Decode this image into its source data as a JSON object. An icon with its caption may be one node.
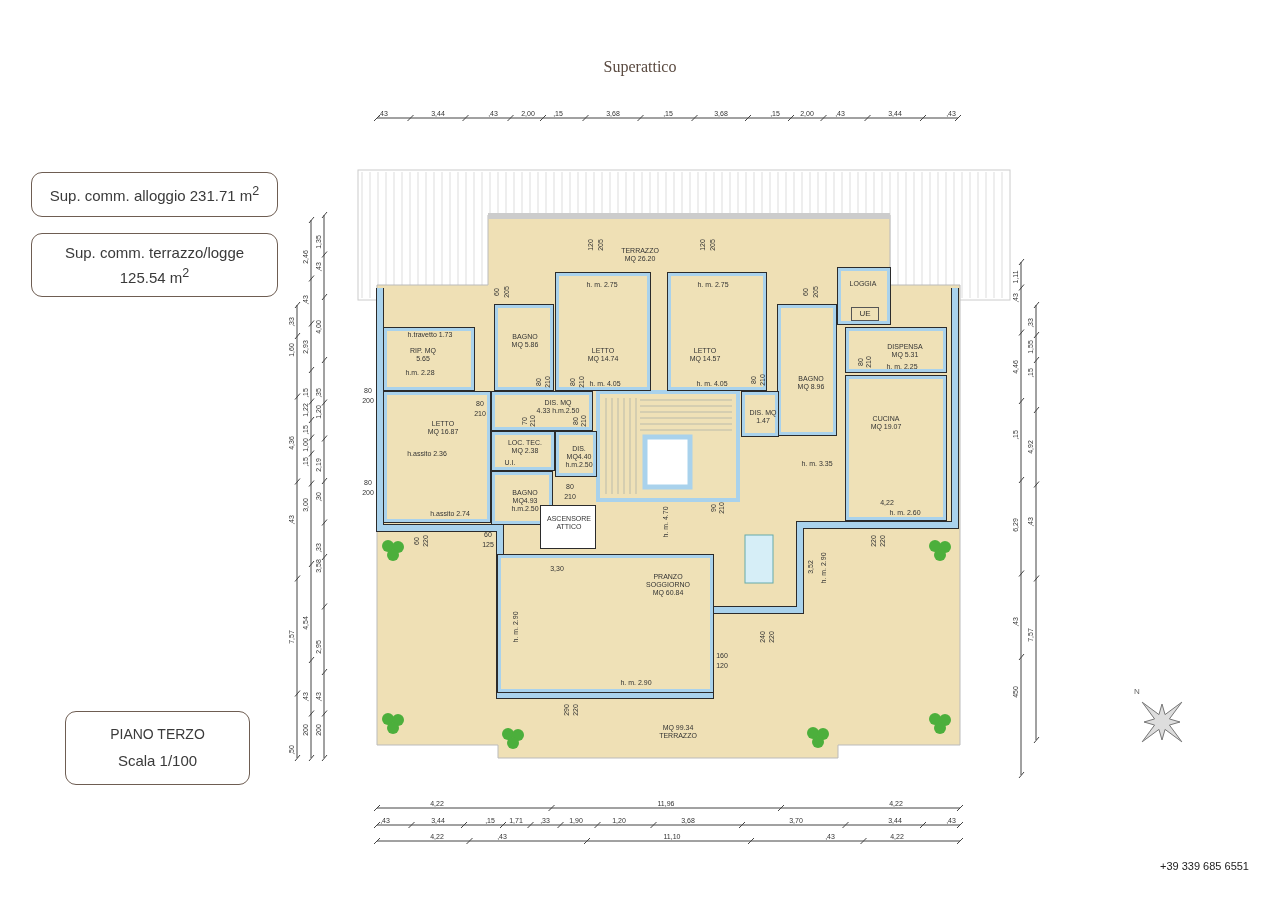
{
  "diagram": {
    "nodes": [
      {
        "text": [
          "Sup. comm. alloggio 231.71 m$^{2}$"
        ]
      },
      {
        "text": [
          "Sup. comm. terrazzo/logge 125.54 m$^{2}$"
        ]
      },
      {
        "text": [
          "PIANO TERZO",
          "Scala 1/100"
        ]
      },
      {
        "text": [
          "LOGGIA"
        ]
      },
      {
        "text": [
          "UE"
        ],
        "in": 3
      },
      {
        "text": [
          "RIP. MQ 5.65"
        ]
      },
      {
        "text": [
          "BAGNO MQ 5.86"
        ]
      },
      {
        "text": [
          "LETTO MQ 14.74"
        ]
      },
      {
        "text": [
          "LETTO MQ 14.57"
        ]
      },
      {
        "text": [
          "BAGNO MQ 8.96"
        ]
      },
      {
        "text": [
          "DISPENSA MQ 5.31"
        ]
      },
      {
        "text": [
          "LETTO MQ 16.87"
        ]
      },
      {
        "text": [
          "DIS. MQ 4.33 h.m.2.50"
        ]
      },
      {
        "text": [
          "LOC. TEC. MQ 2.38"
        ]
      },
      {
        "text": [
          "DIS. MQ4.40 h.m.2.50"
        ]
      },
      {
        "text": [
          "BAGNO MQ4.93 h.m.2.50"
        ]
      },
      {
        "text": [
          "DIS. MQ 1.47"
        ]
      },
      {
        "text": [
          "CUCINA MQ 19.07"
        ]
      },
      {
        "text": [
          "ASCENSORE ATTICO"
        ]
      },
      {
        "text": [
          "PRANZO SOGGIORNO MQ 60.84"
        ]
      }
    ],
    "labels": [
      "Superattico",
      ",43",
      "3,44",
      ",43",
      "2,00",
      ",15",
      "3,68",
      ",15",
      "3,68",
      ",15",
      "2,00",
      ",43",
      "3,44",
      ",43",
      "TERRAZZO MQ 26.20",
      "120",
      "205",
      "120",
      "205",
      "60",
      "205",
      "60",
      "205",
      "h. m. 2.75",
      "h. m. 2.75",
      "h.travetto 1.73",
      "h.m. 2.28",
      "80",
      "210",
      "80",
      "210",
      "h. m. 4.05",
      "80",
      "210",
      "h. m. 4.05",
      "80",
      "210",
      "h. m. 2.25",
      "80",
      "200",
      "80",
      "210",
      "70",
      "210",
      "80",
      "210",
      "h.assito 2.36",
      "U.I.",
      "80",
      "210",
      "80",
      "200",
      "90",
      "210",
      "h. m. 3.35",
      "h.assito 2.74",
      "4,22",
      "h. m. 2.60",
      "h. m. 4.70",
      "60",
      "220",
      "60",
      "125",
      "220",
      "220",
      "3,30",
      "3,52",
      "h. m. 2.90",
      "h. m. 2.90",
      "240",
      "220",
      "160",
      "120",
      "h. m. 2.90",
      "290",
      "220",
      "MQ 99.34 TERRAZZO",
      "1,35",
      "2,46",
      ",43",
      ",43",
      ",33",
      "4,00",
      "1,60",
      "2,93",
      ",15",
      ",35",
      "1,22",
      "1,20",
      ",15",
      "4,36",
      "1,00",
      ",15",
      "2,19",
      ",30",
      "3,00",
      ",43",
      ",33",
      "3,58",
      "4,54",
      "7,57",
      "2,95",
      ",43",
      ",43",
      "200",
      "200",
      ",50",
      "1,11",
      ",43",
      ",33",
      "1,55",
      "4,46",
      ",15",
      ",15",
      "4,92",
      "6,29",
      ",43",
      ",43",
      "7,57",
      "450",
      "4,22",
      "11,96",
      "4,22",
      ",43",
      "3,44",
      ",15",
      "1,71",
      ",33",
      "1,90",
      "1,20",
      "3,68",
      "3,70",
      "3,44",
      ",43",
      "4,22",
      ",43",
      "11,10",
      ",43",
      "4,22",
      "N",
      "+39 339 685 6551"
    ]
  }
}
